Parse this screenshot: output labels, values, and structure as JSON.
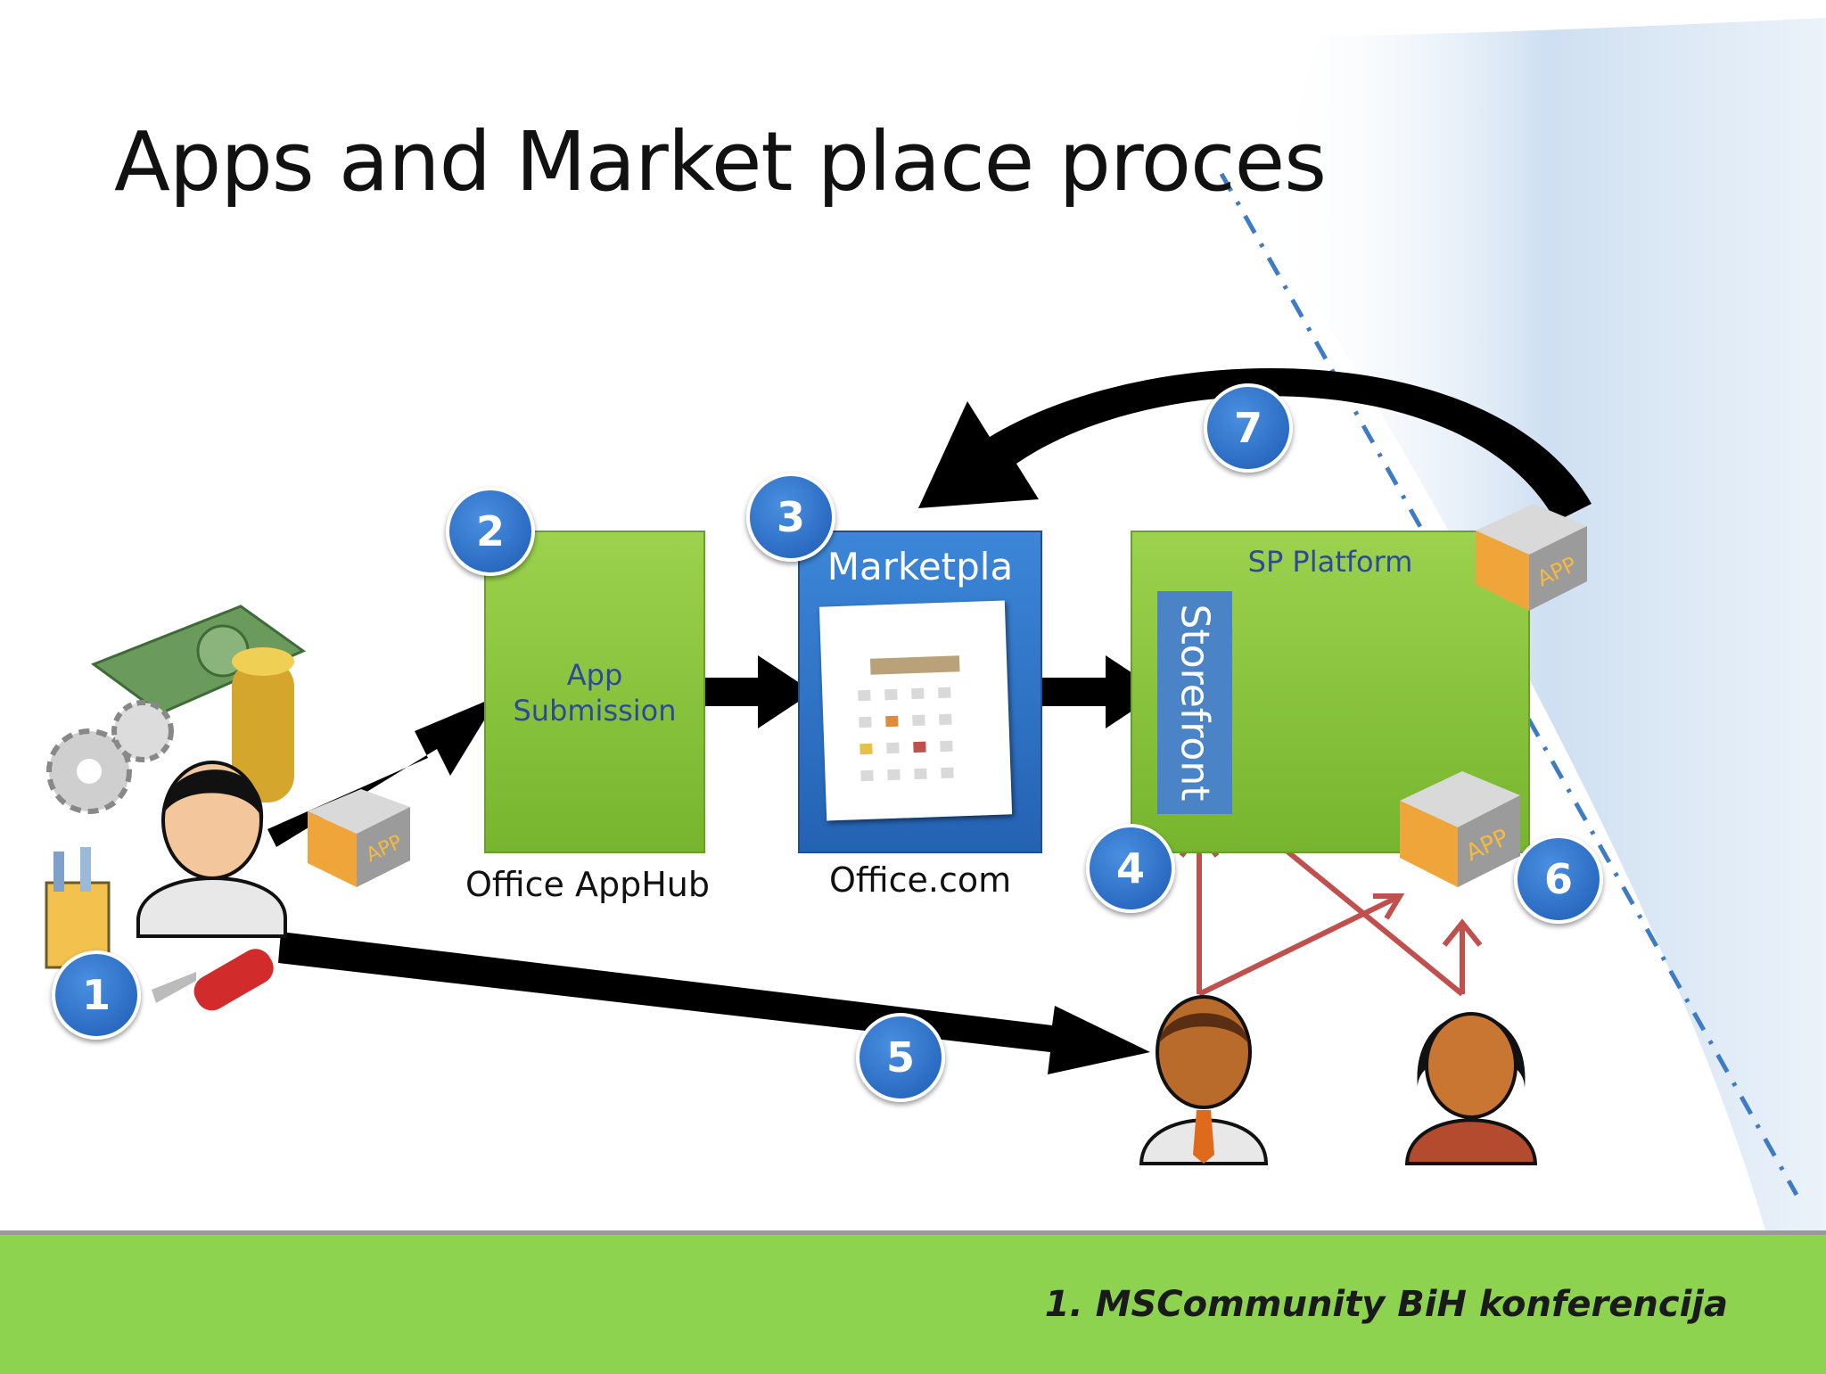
{
  "slide": {
    "title": "Apps and Market place proces",
    "footer": "1. MSCommunity BiH konferencija"
  },
  "boxes": {
    "app_submission": {
      "label_line1": "App",
      "label_line2": "Submission",
      "caption": "Office AppHub"
    },
    "marketplace": {
      "label": "Marketpla",
      "caption": "Office.com"
    },
    "sp_platform": {
      "label": "SP Platform",
      "storefront": "Storefront"
    }
  },
  "badges": [
    "1",
    "2",
    "3",
    "4",
    "5",
    "6",
    "7"
  ],
  "app_label": "APP",
  "colors": {
    "box_green": "#8cc63f",
    "marketplace_blue": "#2e75c9",
    "badge_blue": "#1f63bf",
    "footer_green": "#8ed34f",
    "red_arrow": "#c0504d"
  }
}
